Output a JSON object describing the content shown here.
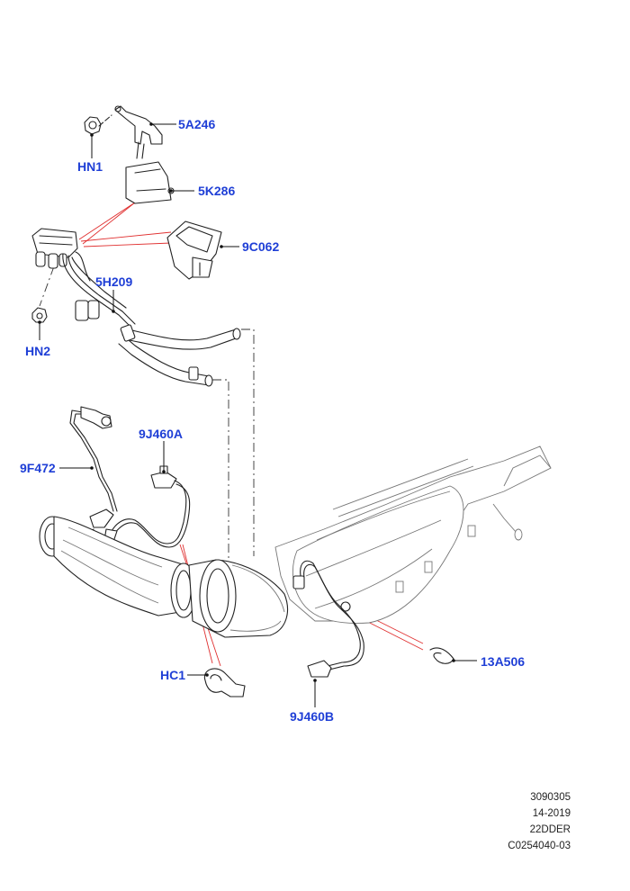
{
  "callouts": {
    "hn1": "HN1",
    "p5a246": "5A246",
    "p5k286": "5K286",
    "p9c062": "9C062",
    "p5h209": "5H209",
    "hn2": "HN2",
    "p9j460a": "9J460A",
    "p9f472": "9F472",
    "hc1": "HC1",
    "p13a506": "13A506",
    "p9j460b": "9J460B"
  },
  "reference": {
    "line1": "3090305",
    "line2": "14-2019",
    "line3": "22DDER",
    "line4": "C0254040-03"
  },
  "colors": {
    "label_blue": "#1f3fd6",
    "leader_red": "#e03030",
    "line_ink": "#222222"
  }
}
